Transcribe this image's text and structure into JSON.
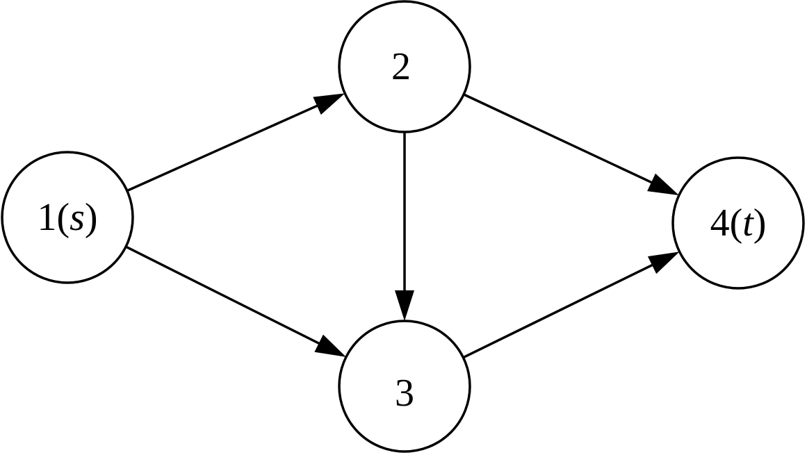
{
  "diagram": {
    "type": "directed-graph",
    "colors": {
      "stroke": "#000000",
      "fill": "#ffffff"
    },
    "nodes": [
      {
        "id": "n1",
        "num": "1",
        "open": "(",
        "var": "s",
        "close": ")"
      },
      {
        "id": "n2",
        "num": "2",
        "open": "",
        "var": "",
        "close": ""
      },
      {
        "id": "n3",
        "num": "3",
        "open": "",
        "var": "",
        "close": ""
      },
      {
        "id": "n4",
        "num": "4",
        "open": "(",
        "var": "t",
        "close": ")"
      }
    ],
    "edges": [
      {
        "from": "n1",
        "to": "n2"
      },
      {
        "from": "n1",
        "to": "n3"
      },
      {
        "from": "n2",
        "to": "n3"
      },
      {
        "from": "n2",
        "to": "n4"
      },
      {
        "from": "n3",
        "to": "n4"
      }
    ]
  }
}
